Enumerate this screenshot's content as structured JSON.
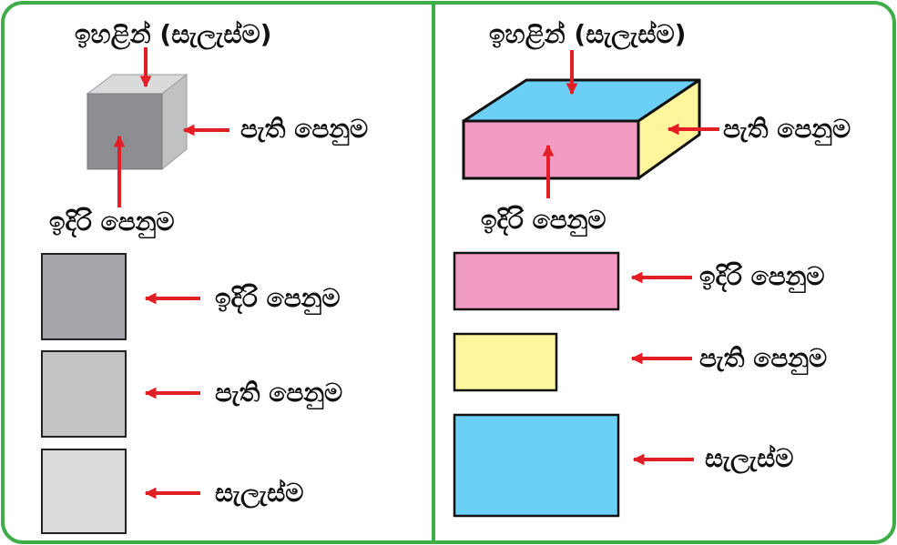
{
  "left_panel": {
    "top_label": "ඉහළින් (සැලැස්ම)",
    "side_label": "පැති පෙනුම",
    "front_label": "ඉදිරි පෙනුම",
    "views": [
      {
        "label": "ඉදිරි පෙනුම",
        "color": "#a6a7aa"
      },
      {
        "label": "පැති පෙනුම",
        "color": "#c3c4c6"
      },
      {
        "label": "සැලැස්ම",
        "color": "#dbdcdd"
      }
    ]
  },
  "right_panel": {
    "top_label": "ඉහළින් (සැලැස්ම)",
    "side_label": "පැති පෙනුම",
    "front_label": "ඉදිරි පෙනුම",
    "views": [
      {
        "label": "ඉදිරි පෙනුම",
        "color": "#f29bc3"
      },
      {
        "label": "පැති පෙනුම",
        "color": "#fff59d"
      },
      {
        "label": "සැලැස්ම",
        "color": "#6ccff6"
      }
    ]
  },
  "colors": {
    "border": "#3fae49",
    "arrow": "#e31e25",
    "cube_front": "#8d8e91",
    "cube_side": "#c0c1c3",
    "cube_top": "#d9dadb",
    "box_top": "#6ccff6",
    "box_front": "#f29bc3",
    "box_side": "#fff59d"
  }
}
